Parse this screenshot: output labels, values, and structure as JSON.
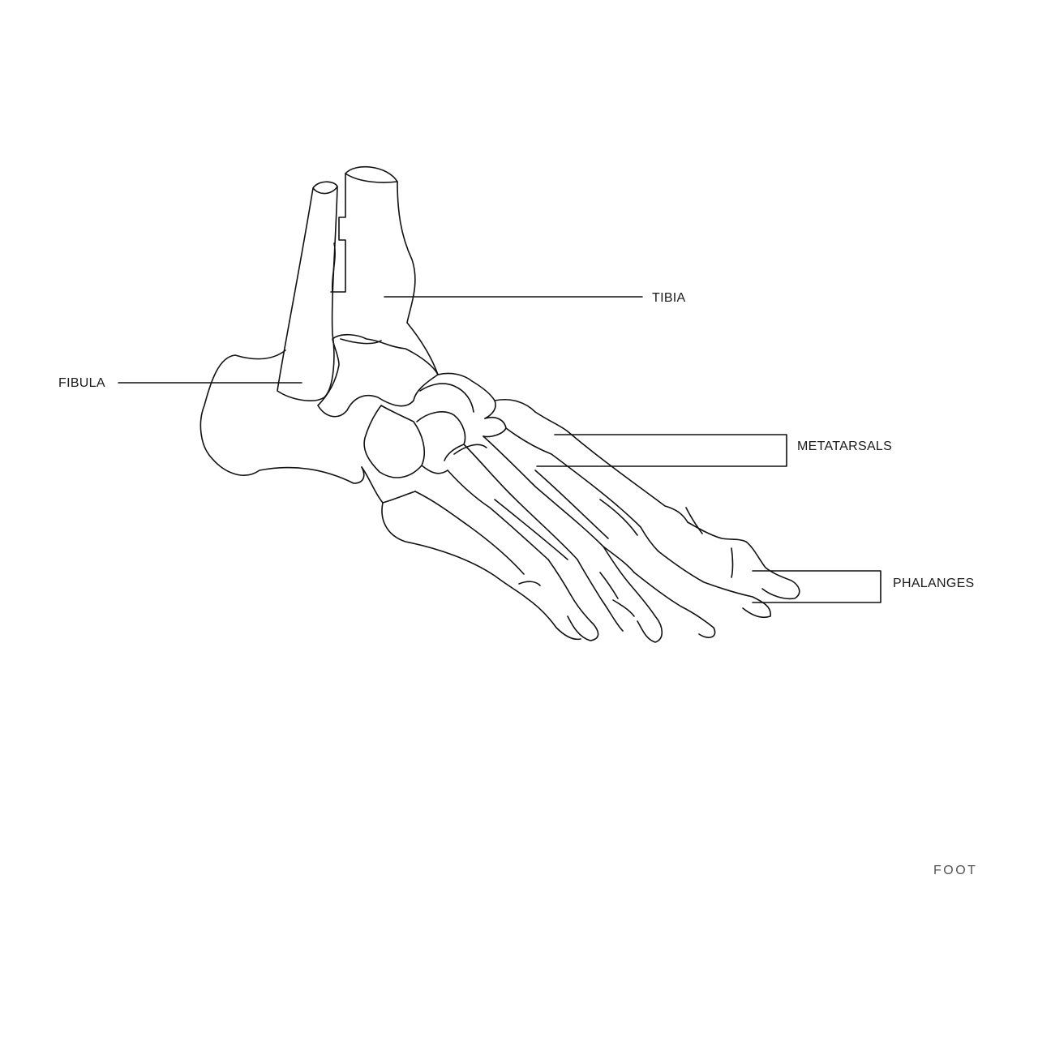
{
  "diagram": {
    "labels": {
      "tibia": "TIBIA",
      "fibula": "FIBULA",
      "metatarsals": "METATARSALS",
      "phalanges": "PHALANGES"
    },
    "caption": "FOOT"
  },
  "colors": {
    "line": "#111111",
    "background": "#ffffff"
  }
}
